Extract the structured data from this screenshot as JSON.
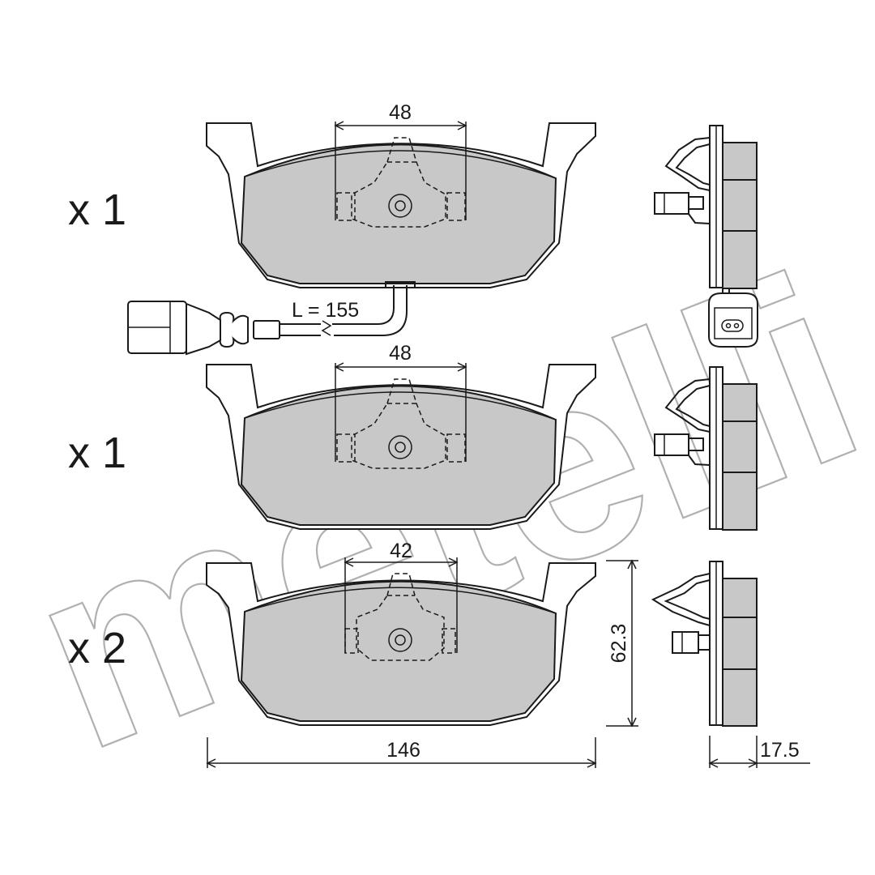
{
  "watermark": {
    "brand": "metelli",
    "color": "#b0b0b0"
  },
  "rows": [
    {
      "quantity": "x 1",
      "width_dim": "48",
      "has_sensor": true
    },
    {
      "quantity": "x 1",
      "width_dim": "48",
      "has_sensor": false
    },
    {
      "quantity": "x 2",
      "width_dim": "42",
      "has_sensor": false
    }
  ],
  "sensor_cable": {
    "length_label": "L = 155"
  },
  "dimensions": {
    "total_width": "146",
    "height": "62.3",
    "thickness": "17.5"
  },
  "colors": {
    "friction_material": "#c8c8c8",
    "line": "#1a1a1a"
  }
}
